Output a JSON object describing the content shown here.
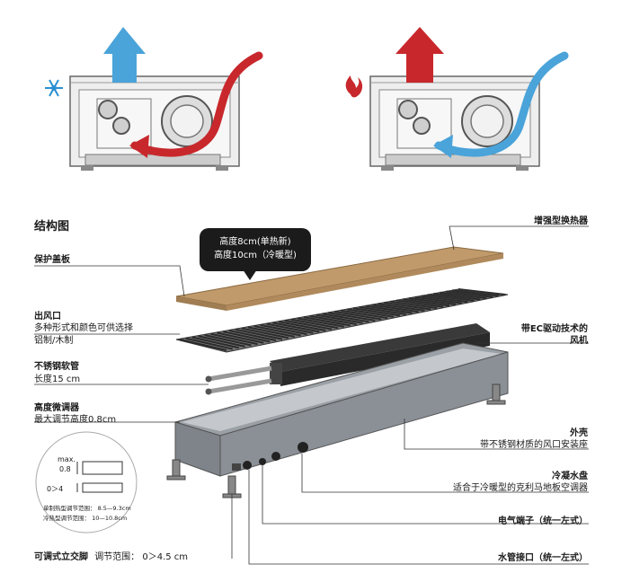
{
  "section_title": "结构图",
  "bubble": {
    "line1": "高度8cm(单热新)",
    "line2": "高度10cm（冷暖型)"
  },
  "labels": {
    "cover": "保护盖板",
    "outlet_title": "出风口",
    "outlet_desc1": "多种形式和颜色可供选择",
    "outlet_desc2": "铝制/木制",
    "hose_title": "不锈钢软管",
    "hose_desc": "长度15 cm",
    "adjuster_title": "高度微调器",
    "adjuster_desc": "最大调节高度0.8cm",
    "feet_title": "可调式立交脚",
    "feet_desc": "调节范围： 0＞4.5 cm",
    "heat_exchanger": "增强型换热器",
    "fan_line1": "带EC驱动技术的",
    "fan_line2": "风机",
    "shell_title": "外壳",
    "shell_desc": "带不锈钢材质的风口安装座",
    "condensate_title": "冷凝水盘",
    "condensate_desc": "适合于冷暖型的克利马地板空调器",
    "terminal": "电气端子（统一左式）",
    "pipe": "水管接口（统一左式）"
  },
  "inset": {
    "max_label": "max.",
    "max_value": "0.8",
    "range_label": "0＞4",
    "note1": "单制热型调节范围： 8.5—9.3cm",
    "note2": "冷热型调节范围： 10—10.8cm"
  },
  "icons": {
    "cooling": "snowflake-icon",
    "heating": "flame-icon",
    "cool_color": "#4aa3d9",
    "heat_color": "#c8282c",
    "wood_color": "#c19a6b"
  }
}
